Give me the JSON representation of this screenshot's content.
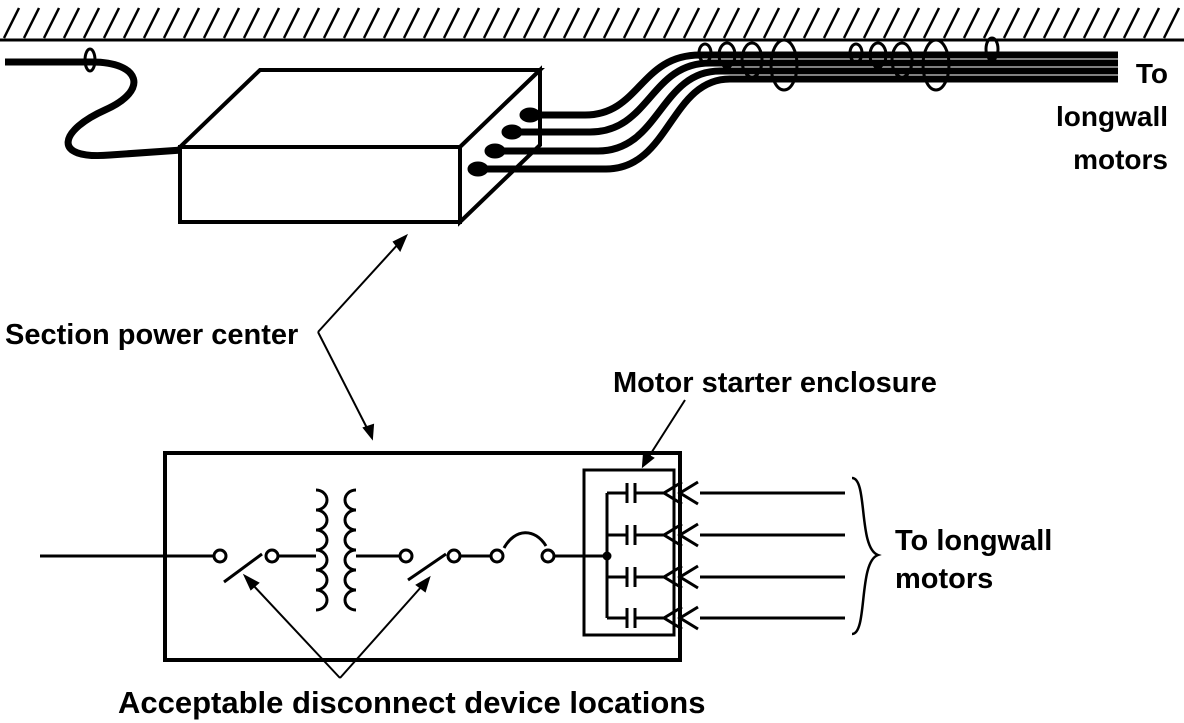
{
  "labels": {
    "to_longwall_motors_top_1": "To",
    "to_longwall_motors_top_2": "longwall",
    "to_longwall_motors_top_3": "motors",
    "section_power_center": "Section power center",
    "motor_starter_enclosure": "Motor starter enclosure",
    "to_longwall_motors_bottom_1": "To longwall",
    "to_longwall_motors_bottom_2": "motors",
    "acceptable_disconnect": "Acceptable disconnect device locations"
  },
  "colors": {
    "ink": "#000000",
    "paper": "#ffffff"
  }
}
